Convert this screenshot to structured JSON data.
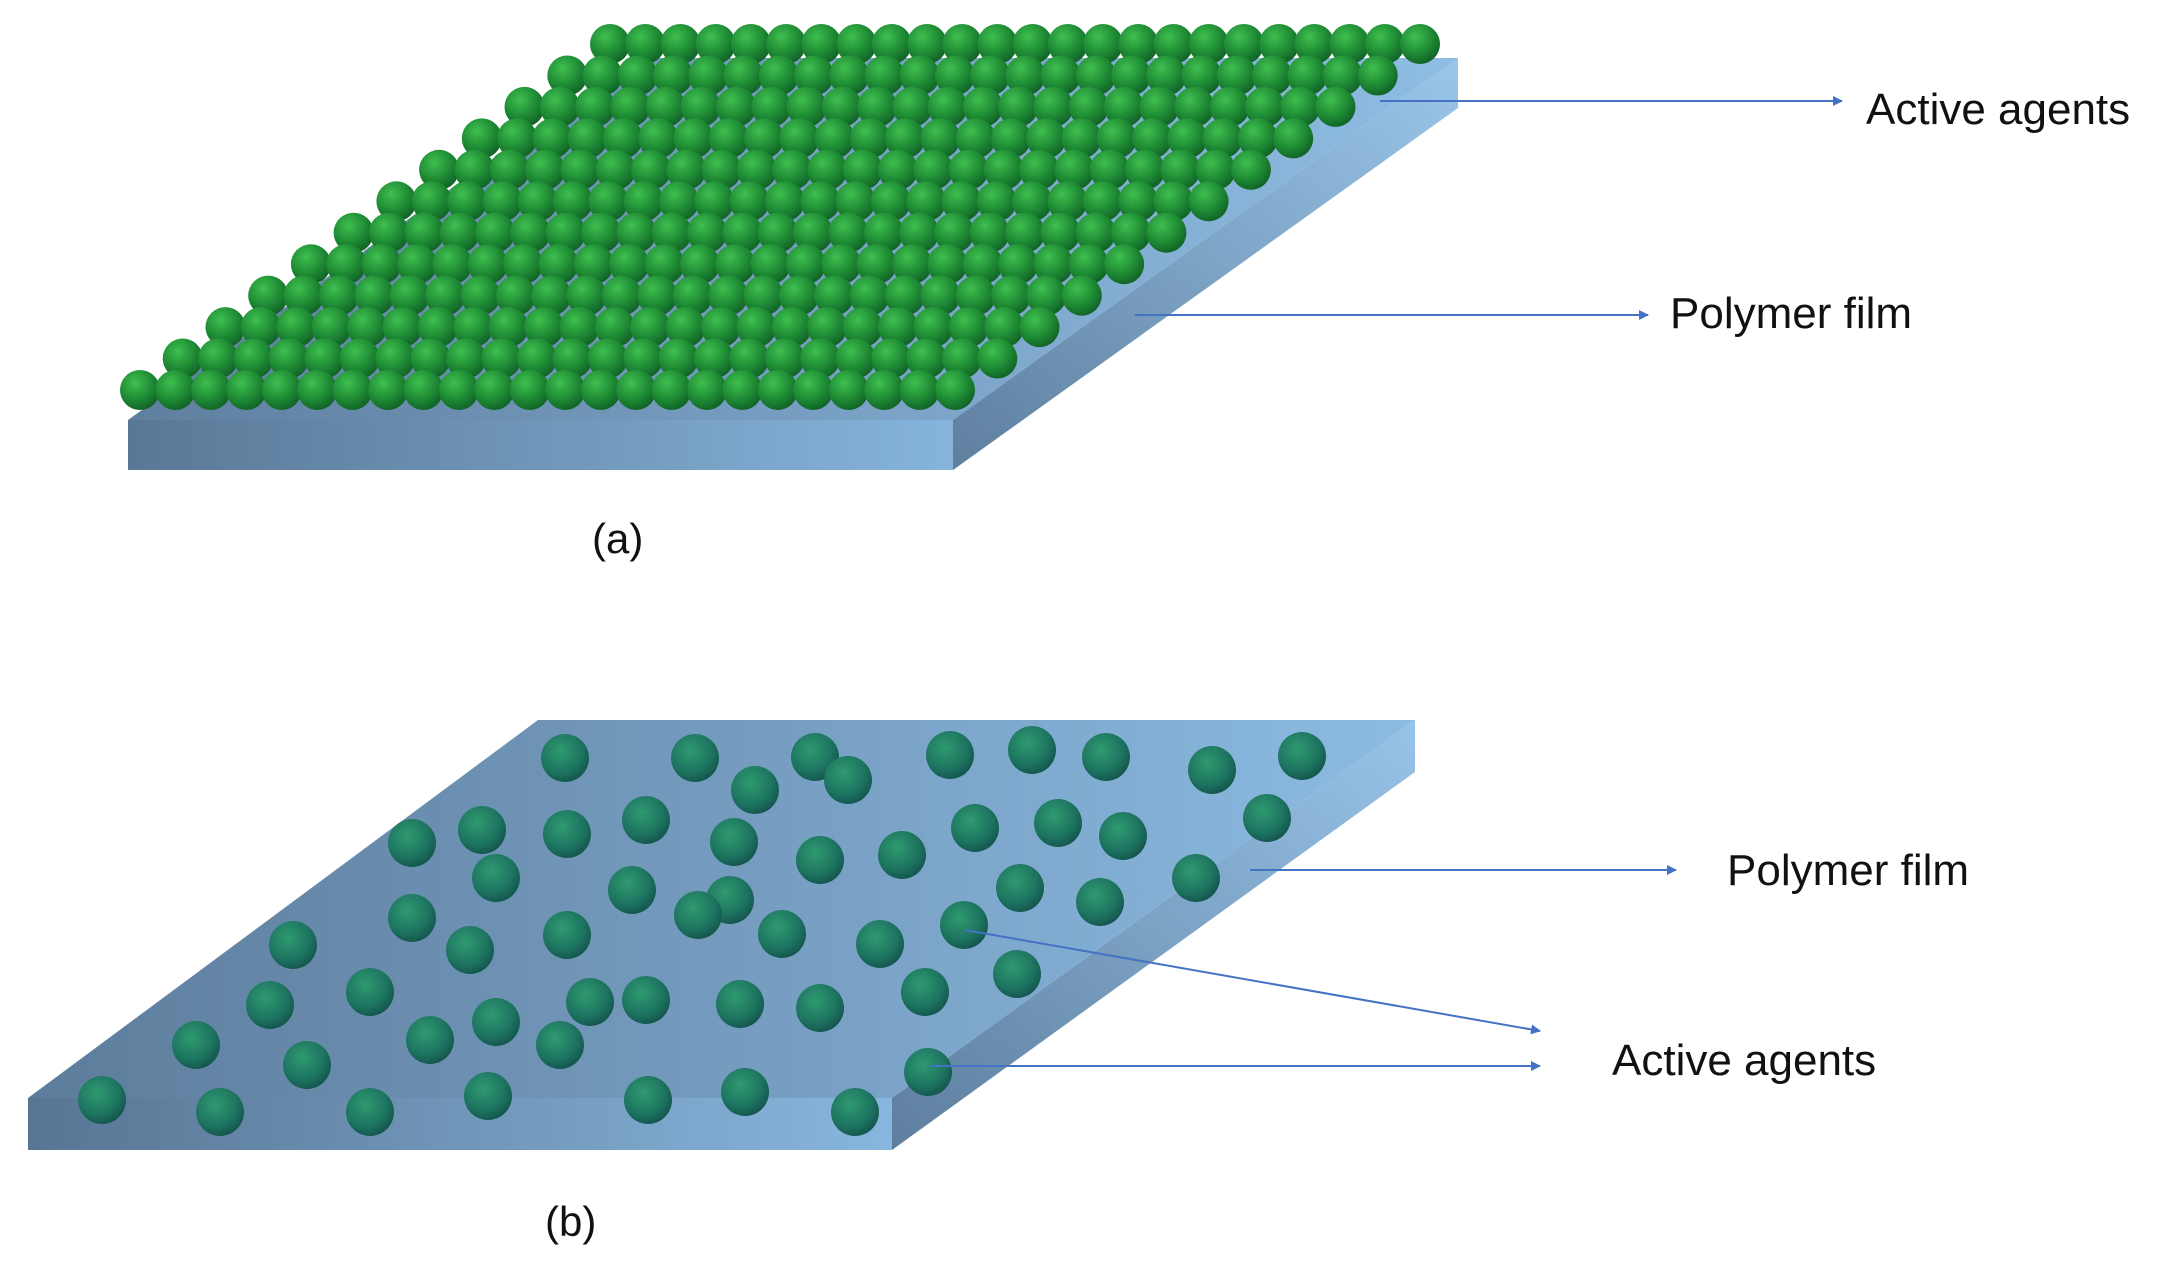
{
  "panels": [
    {
      "caption": "(a)",
      "labels": {
        "top": "Active agents",
        "bottom": "Polymer film"
      }
    },
    {
      "caption": "(b)",
      "labels": {
        "top": "Polymer film",
        "bottom": "Active agents"
      }
    }
  ],
  "colors": {
    "film_light": "#8fbde3",
    "film_dark": "#5f7f9f",
    "film_side": "#6d8fb1",
    "coating_sphere_light": "#3fbf4f",
    "coating_sphere_dark": "#0e5d24",
    "embedded_sphere_light": "#2f9a70",
    "embedded_sphere_dark": "#114b48",
    "arrow": "#4472c4"
  }
}
